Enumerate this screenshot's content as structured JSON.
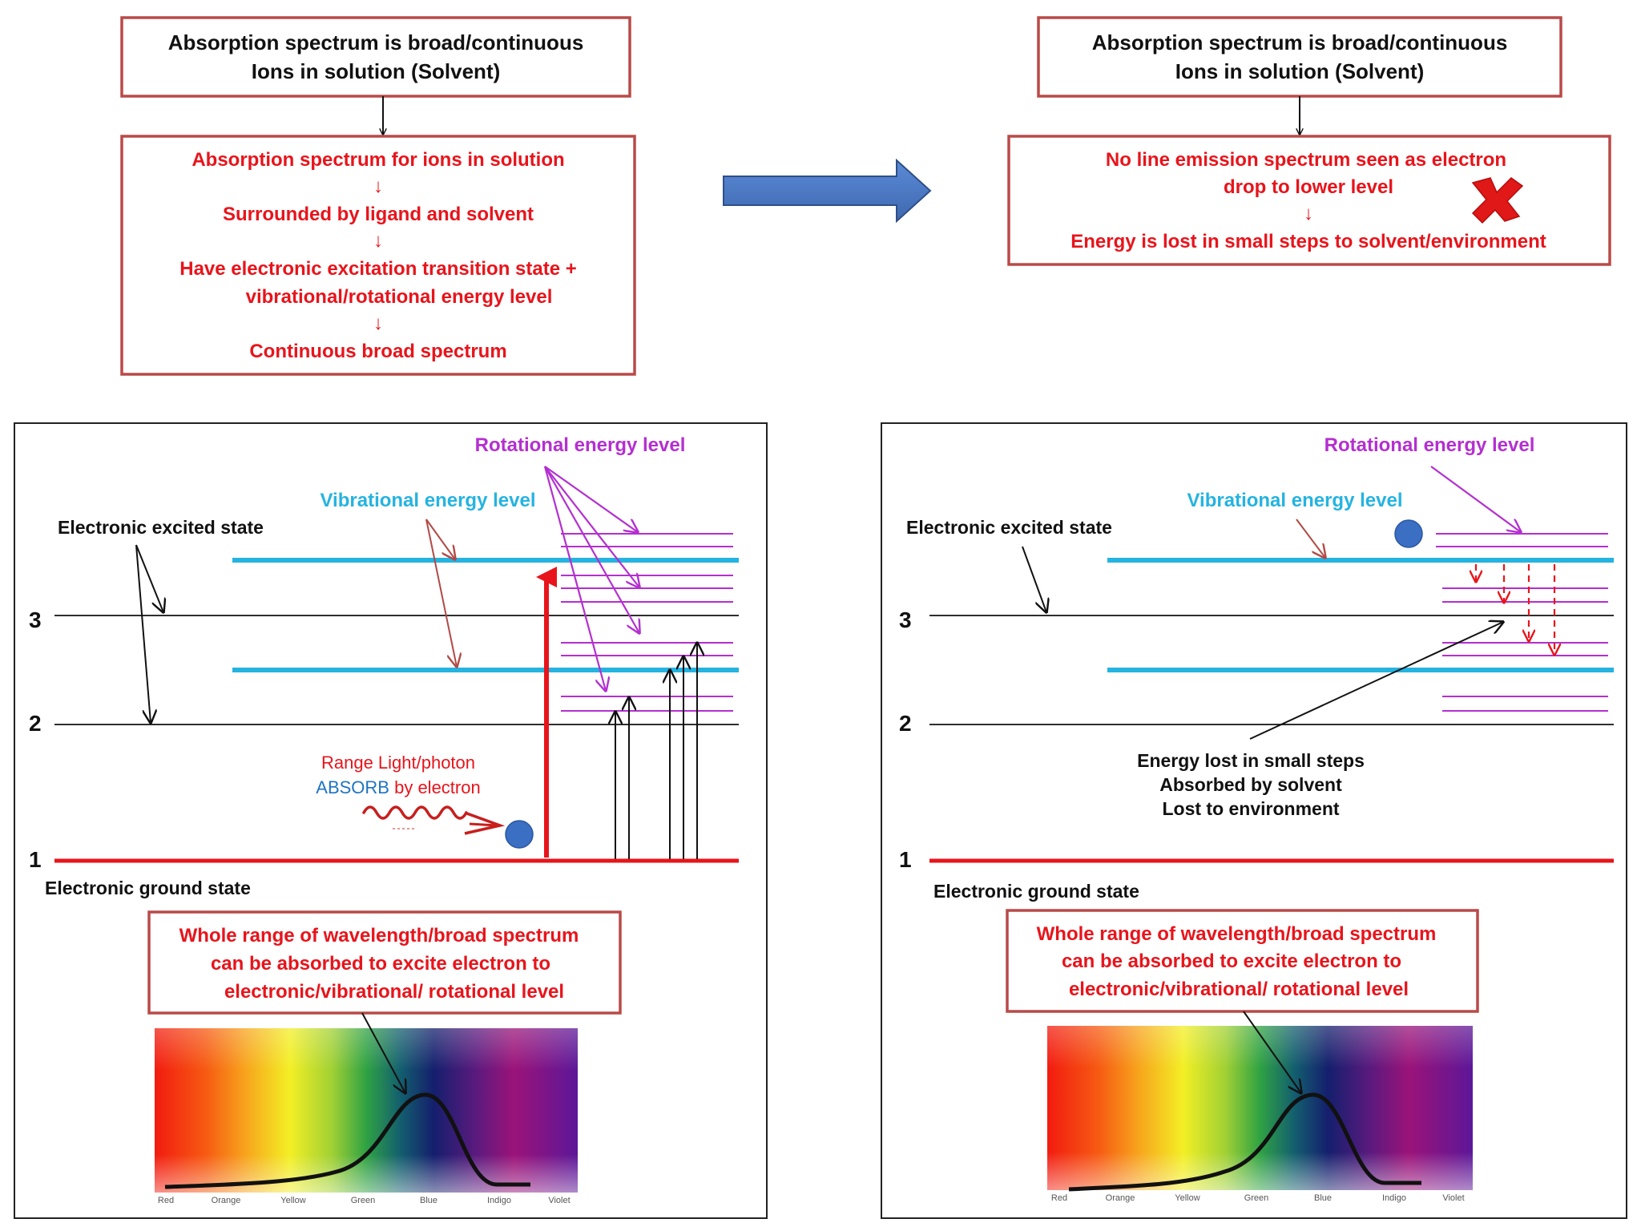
{
  "colors": {
    "box_border": "#b94a48",
    "red_text": "#e8141b",
    "black": "#111111",
    "cyan_line": "#25b3e0",
    "magenta": "#b42fd0",
    "big_arrow": "#4a78c2",
    "ground_red": "#e8141b",
    "electron": "#3a6fc4",
    "bracket_arrow": "#b14a46"
  },
  "top_left": {
    "header_line1": "Absorption spectrum is broad/continuous",
    "header_line2": "Ions in solution (Solvent)",
    "detail_line1": "Absorption spectrum for ions in solution",
    "arrow1": "↓",
    "detail_line2": "Surrounded by ligand and solvent",
    "arrow2": "↓",
    "detail_line3a": "Have electronic excitation transition state +",
    "detail_line3b": "vibrational/rotational energy level",
    "arrow3": "↓",
    "detail_line4": "Continuous broad spectrum"
  },
  "top_right": {
    "header_line1": "Absorption spectrum is broad/continuous",
    "header_line2": "Ions in solution (Solvent)",
    "detail_line1": "No line emission spectrum seen as electron",
    "detail_line2": "drop to lower level",
    "arrow1": "↓",
    "detail_line3": "Energy is lost in small steps to solvent/environment",
    "cross_icon": "red-cross"
  },
  "left_diagram": {
    "rotational_label": "Rotational energy level",
    "vibrational_label": "Vibrational energy level",
    "excited_label": "Electronic excited state",
    "ground_label": "Electronic ground state",
    "level_3": "3",
    "level_2": "2",
    "level_1": "1",
    "photon_line1": "Range Light/photon",
    "photon_line2a": "ABSORB",
    "photon_line2b": " by electron",
    "callout_line1": "Whole range of wavelength/broad spectrum",
    "callout_line2": "can be absorbed to excite electron to",
    "callout_line3": "electronic/vibrational/ rotational level"
  },
  "right_diagram": {
    "rotational_label": "Rotational energy level",
    "vibrational_label": "Vibrational energy level",
    "excited_label": "Electronic excited state",
    "ground_label": "Electronic ground state",
    "level_3": "3",
    "level_2": "2",
    "level_1": "1",
    "lost_line1": "Energy lost in small steps",
    "lost_line2": "Absorbed by solvent",
    "lost_line3": "Lost to environment",
    "callout_line1": "Whole range of wavelength/broad spectrum",
    "callout_line2": "can be absorbed to excite electron to",
    "callout_line3": "electronic/vibrational/ rotational level"
  },
  "spectrum_labels": [
    "Red",
    "Orange",
    "Yellow",
    "Green",
    "Blue",
    "Indigo",
    "Violet"
  ]
}
